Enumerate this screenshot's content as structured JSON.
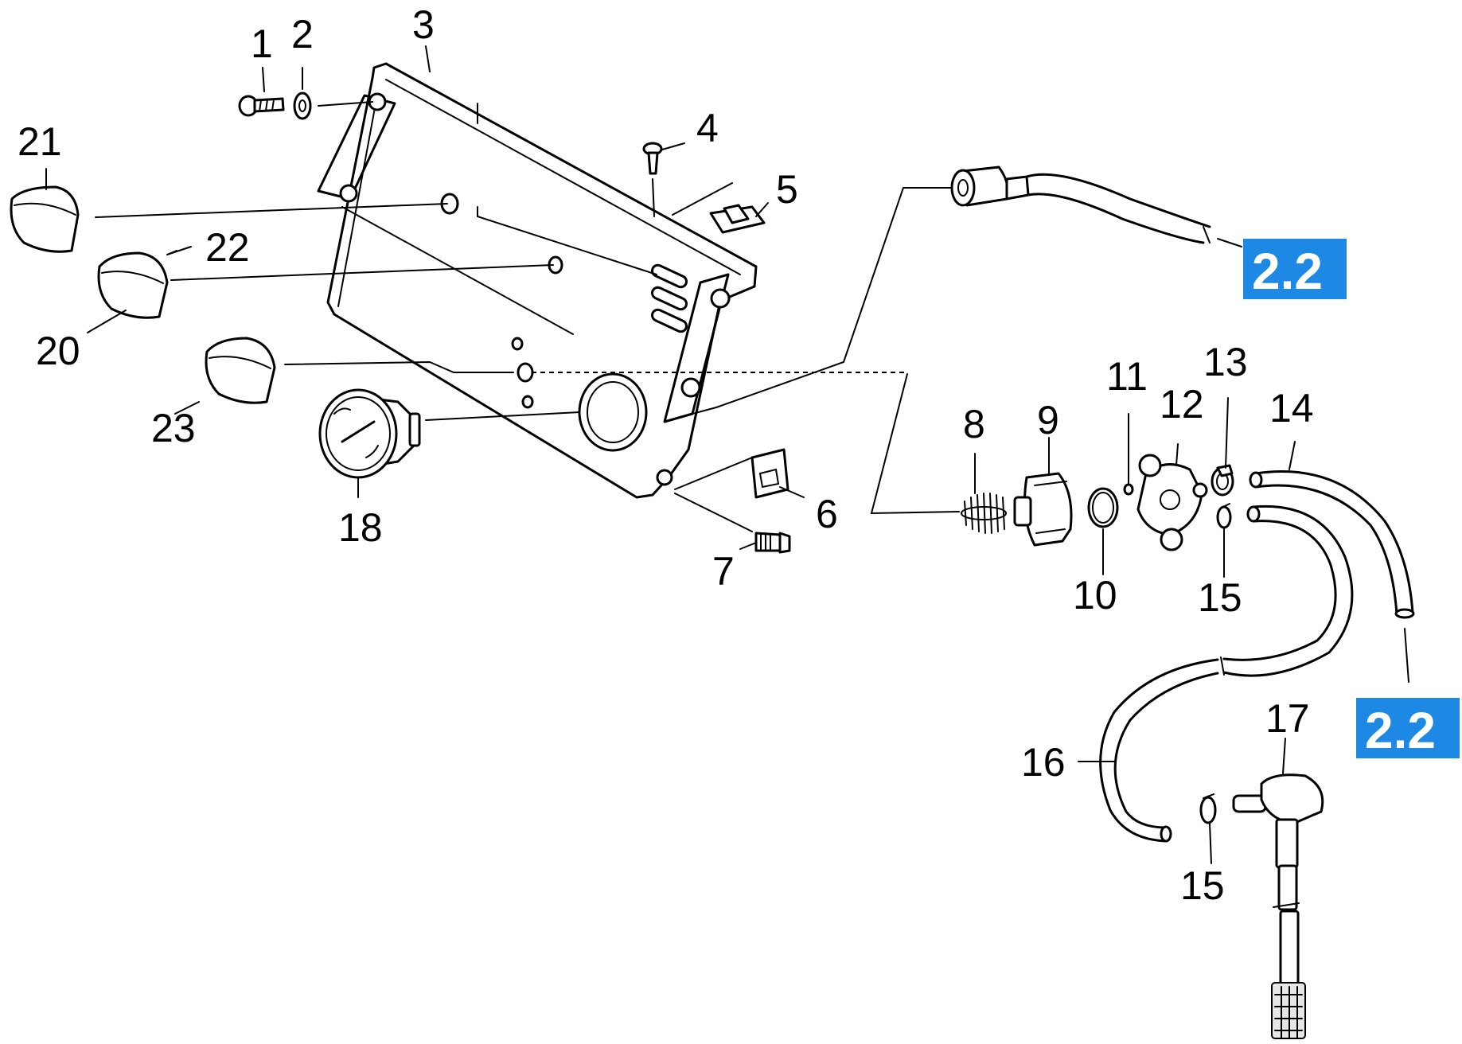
{
  "diagram": {
    "part_numbers": [
      "1",
      "2",
      "3",
      "4",
      "5",
      "6",
      "7",
      "8",
      "9",
      "10",
      "11",
      "12",
      "13",
      "14",
      "15",
      "16",
      "17",
      "18",
      "20",
      "21",
      "22",
      "23"
    ],
    "labels": {
      "p1": "1",
      "p2": "2",
      "p3": "3",
      "p4": "4",
      "p5": "5",
      "p6": "6",
      "p7": "7",
      "p8": "8",
      "p9": "9",
      "p10": "10",
      "p11": "11",
      "p12": "12",
      "p13": "13",
      "p14": "14",
      "p15a": "15",
      "p15b": "15",
      "p16": "16",
      "p17": "17",
      "p18": "18",
      "p20": "20",
      "p21": "21",
      "p22": "22",
      "p23": "23"
    },
    "references": {
      "top": "2.2",
      "bottom": "2.2"
    },
    "colors": {
      "line": "#000000",
      "reference_badge": "#1e88e5",
      "reference_text": "#ffffff",
      "background": "#ffffff"
    }
  }
}
